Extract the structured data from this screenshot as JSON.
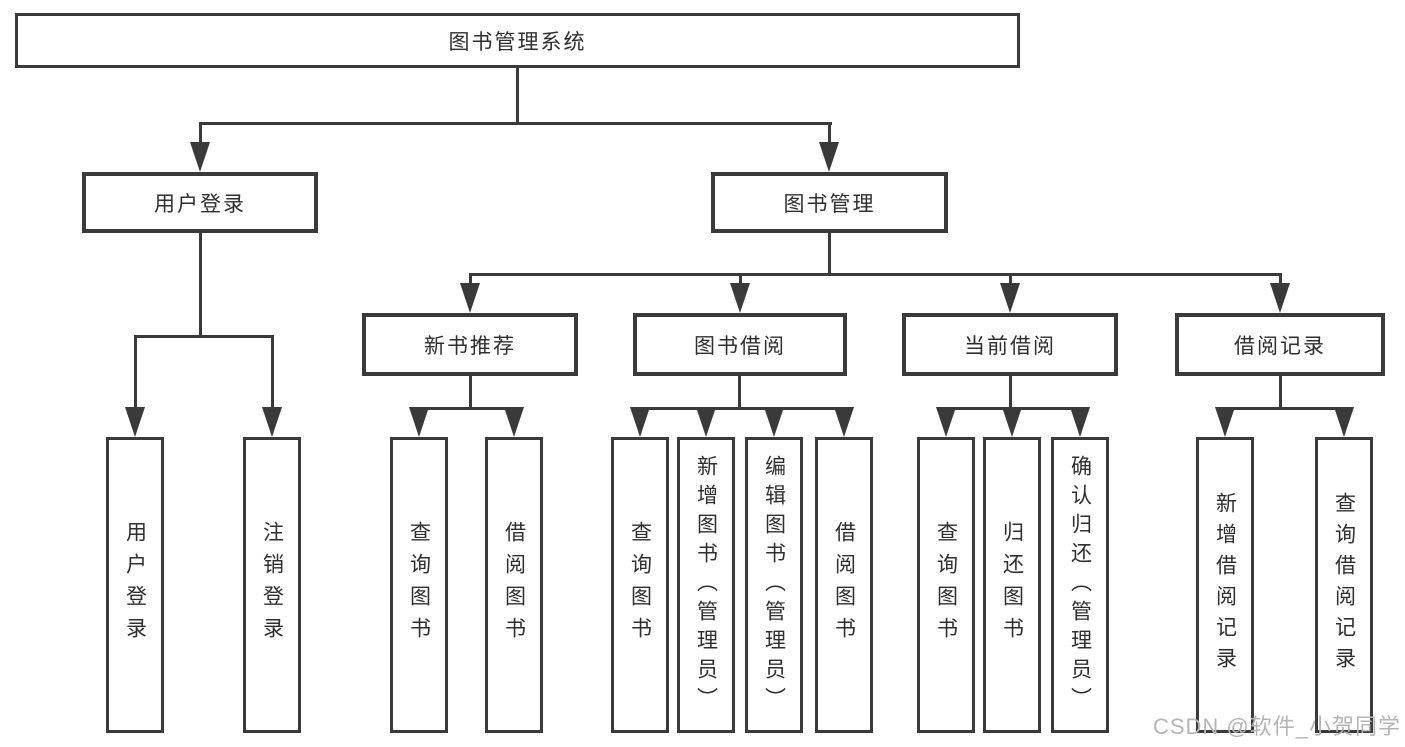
{
  "root": {
    "label": "图书管理系统",
    "children": [
      {
        "label": "用户登录",
        "children": [
          {
            "label": "用户登录"
          },
          {
            "label": "注销登录"
          }
        ]
      },
      {
        "label": "图书管理",
        "children": [
          {
            "label": "新书推荐",
            "children": [
              {
                "label": "查询图书"
              },
              {
                "label": "借阅图书"
              }
            ]
          },
          {
            "label": "图书借阅",
            "children": [
              {
                "label": "查询图书"
              },
              {
                "label": "新增图书（管理员）"
              },
              {
                "label": "编辑图书（管理员）"
              },
              {
                "label": "借阅图书"
              }
            ]
          },
          {
            "label": "当前借阅",
            "children": [
              {
                "label": "查询图书"
              },
              {
                "label": "归还图书"
              },
              {
                "label": "确认归还（管理员）"
              }
            ]
          },
          {
            "label": "借阅记录",
            "children": [
              {
                "label": "新增借阅记录"
              },
              {
                "label": "查询借阅记录"
              }
            ]
          }
        ]
      }
    ]
  },
  "watermark": "CSDN @软件_小贺同学",
  "colors": {
    "line": "#3a3a3a",
    "text": "#2f2f2f",
    "watermark": "#b5b5b5",
    "background": "#ffffff"
  }
}
